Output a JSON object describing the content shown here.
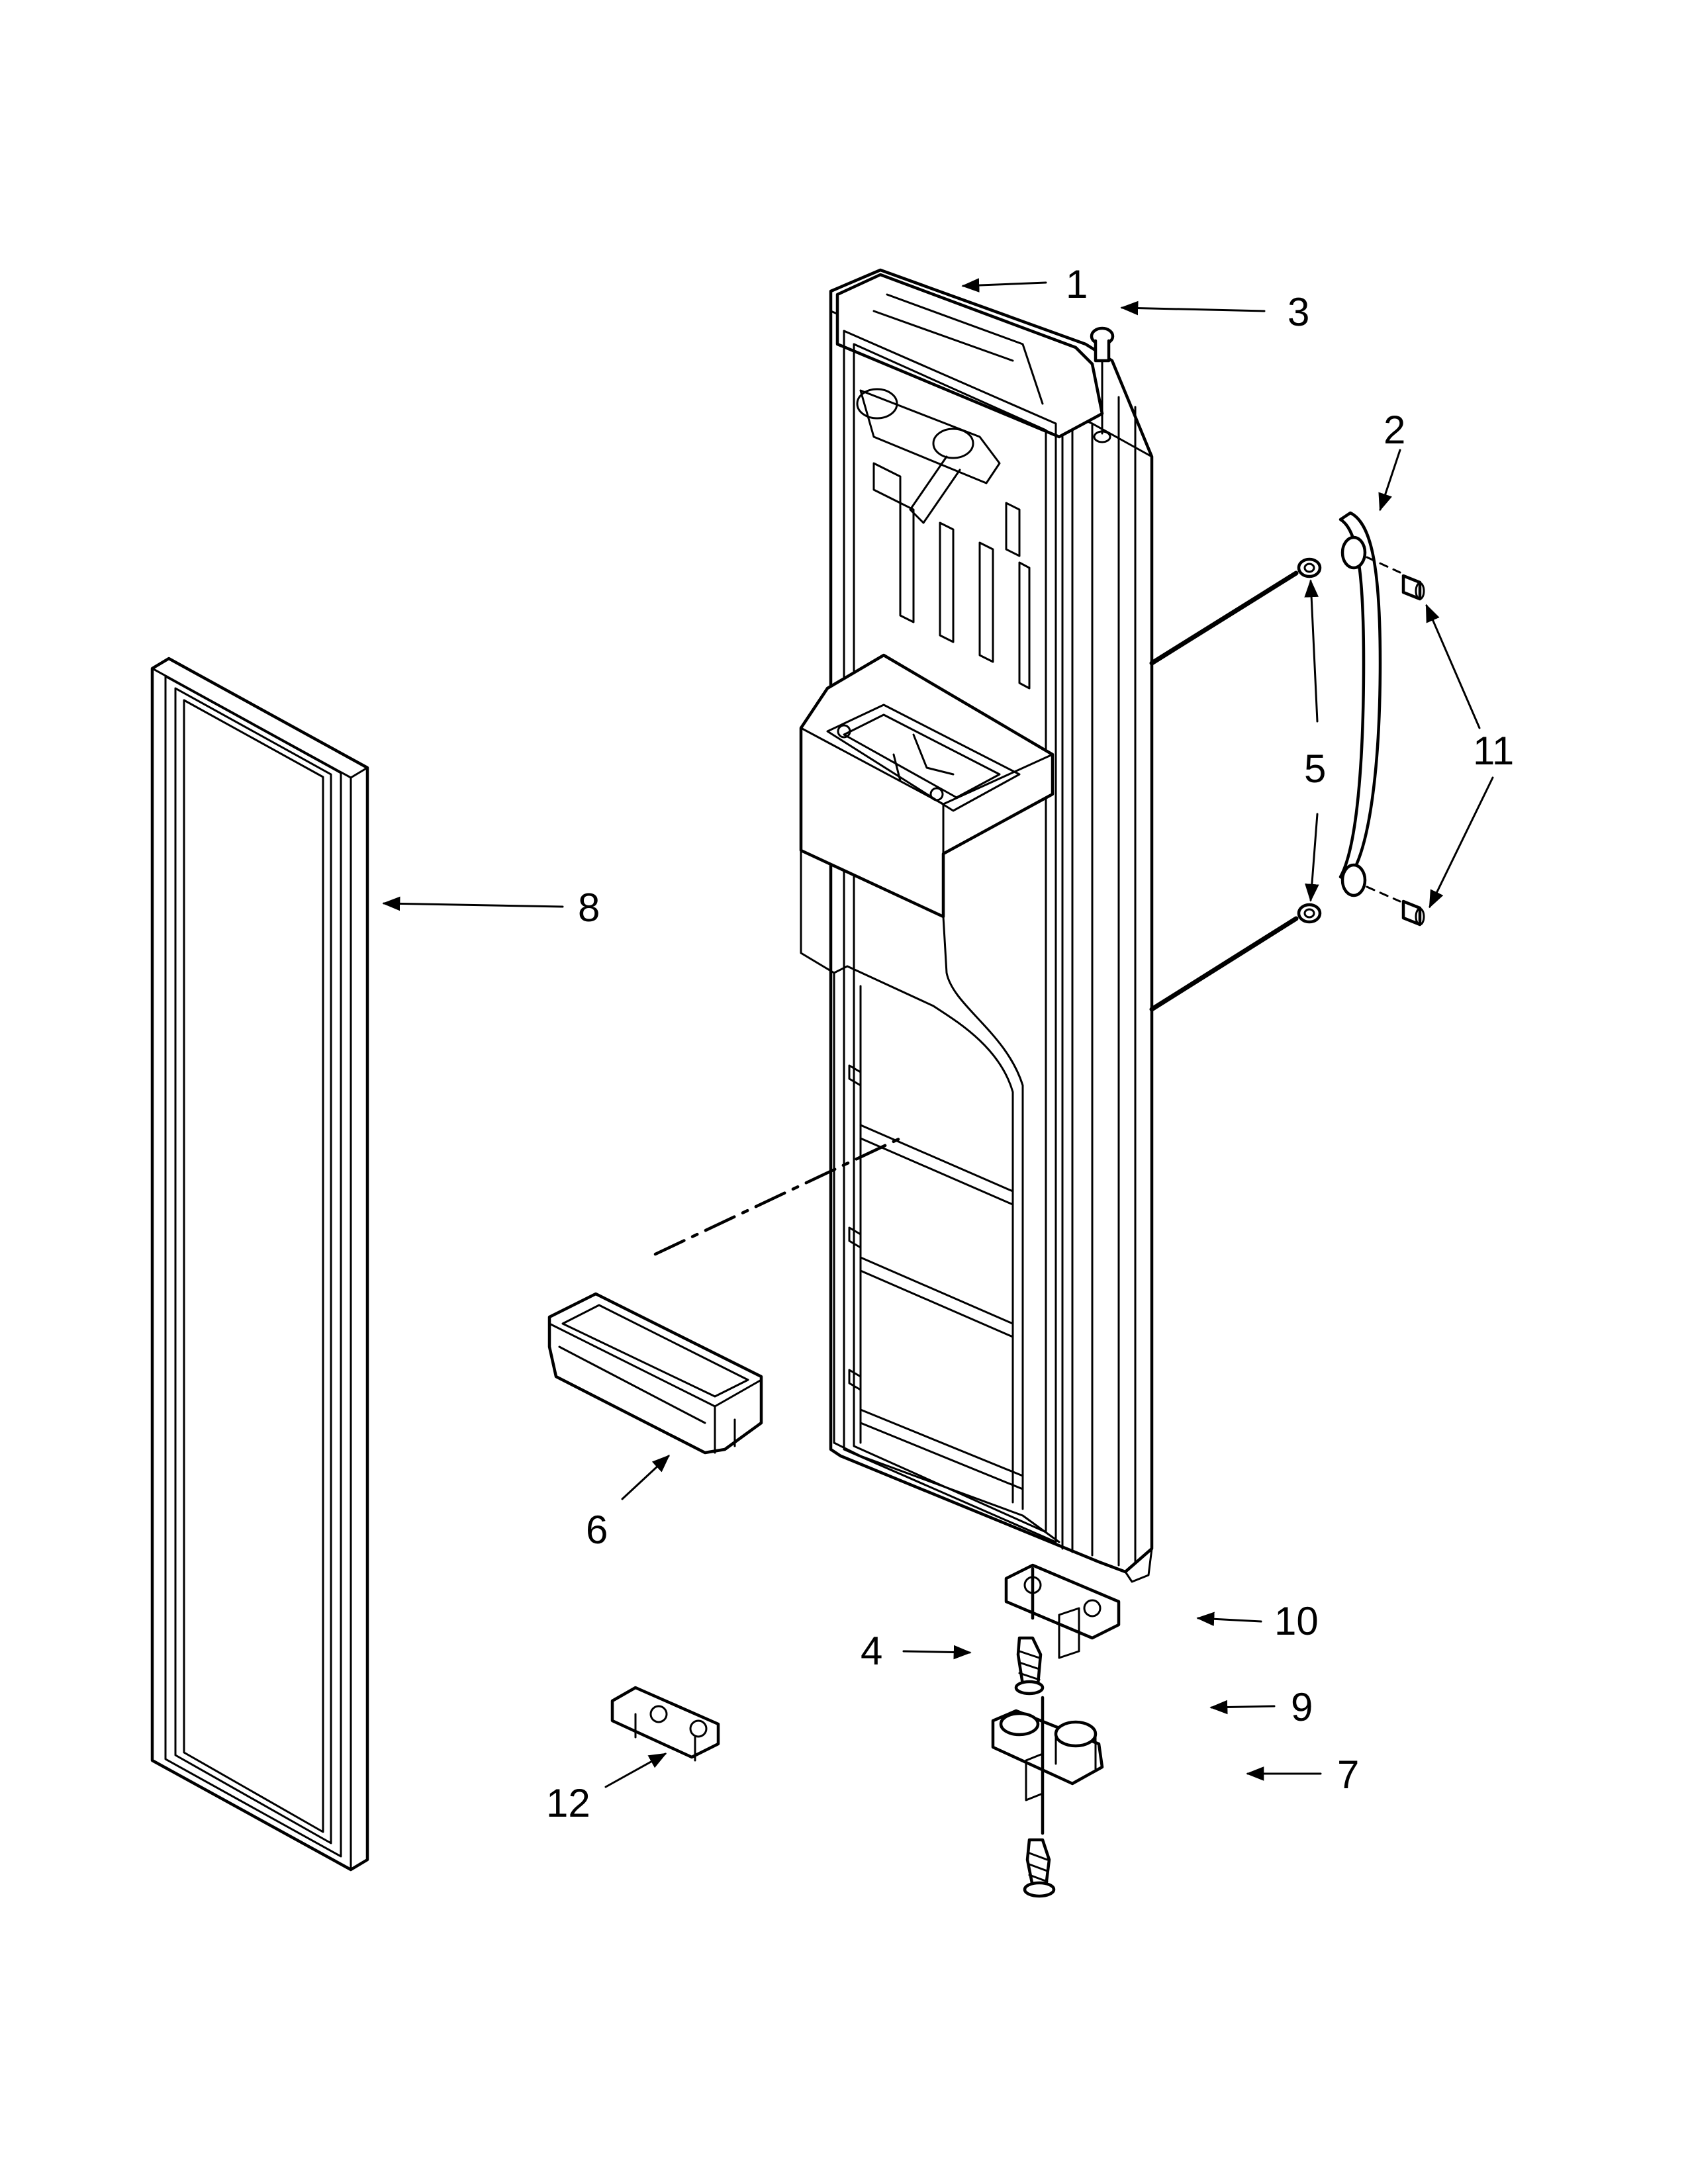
{
  "callouts": [
    {
      "id": "1",
      "label": "1"
    },
    {
      "id": "2",
      "label": "2"
    },
    {
      "id": "3",
      "label": "3"
    },
    {
      "id": "4",
      "label": "4"
    },
    {
      "id": "5",
      "label": "5"
    },
    {
      "id": "6",
      "label": "6"
    },
    {
      "id": "7",
      "label": "7"
    },
    {
      "id": "8",
      "label": "8"
    },
    {
      "id": "9",
      "label": "9"
    },
    {
      "id": "10",
      "label": "10"
    },
    {
      "id": "11",
      "label": "11"
    },
    {
      "id": "12",
      "label": "12"
    }
  ],
  "colors": {
    "line": "#000000",
    "background": "#ffffff"
  }
}
